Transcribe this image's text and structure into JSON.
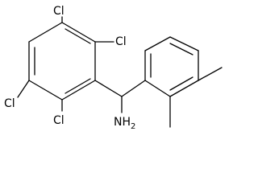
{
  "molecule": {
    "atoms": {
      "cl_top_left": "Cl",
      "cl_top_right": "Cl",
      "cl_left": "Cl",
      "cl_bottom": "Cl",
      "amine": "NH",
      "amine_subscript": "2"
    }
  },
  "colors": {
    "bond": "#000000",
    "label": "#000000",
    "background": "#ffffff"
  }
}
